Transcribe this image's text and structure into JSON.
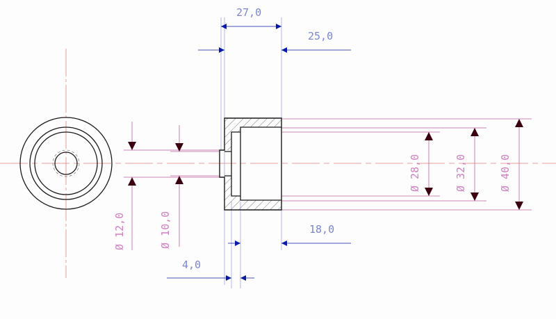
{
  "colors": {
    "part": "#1a1a1a",
    "center": "#e06060",
    "dim_blue": "#0a1aa8",
    "dim_pink": "#c060a0",
    "ext_blue": "#9fa8e0",
    "arrow_dark": "#3a0010",
    "text_blue": "#7a86d0",
    "text_pink": "#d080c0"
  },
  "dimensions": {
    "d27": "27,0",
    "d25": "25,0",
    "d18": "18,0",
    "d4": "4,0",
    "dia12": "Ø 12,0",
    "dia10": "Ø 10,0",
    "dia28": "Ø 28,0",
    "dia32": "Ø 32,0",
    "dia40": "Ø 40,0"
  }
}
